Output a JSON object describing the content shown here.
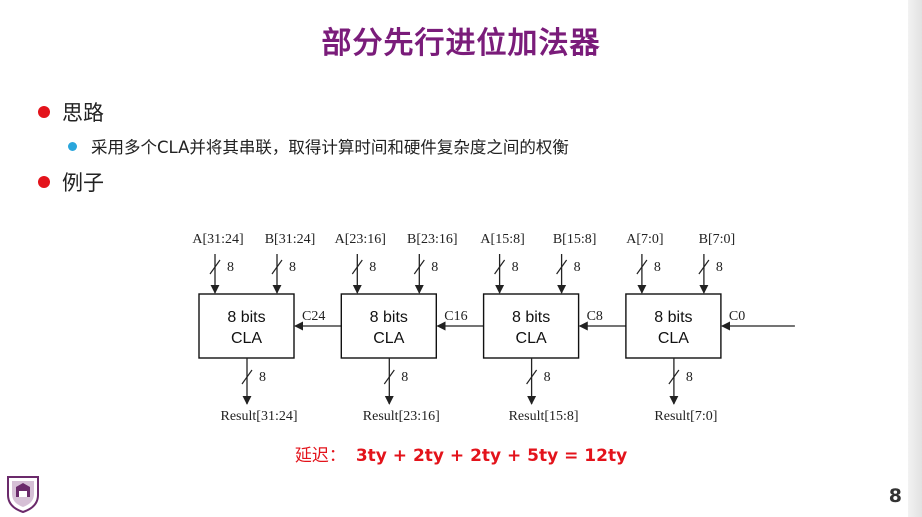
{
  "slide": {
    "title": "部分先行进位加法器",
    "bullets": [
      {
        "text": "思路",
        "level": 1
      },
      {
        "text": "采用多个CLA并将其串联，取得计算时间和硬件复杂度之间的权衡",
        "level": 2
      },
      {
        "text": "例子",
        "level": 1
      }
    ],
    "page_number": "8",
    "delay_label": "延迟：",
    "delay_formula": "3ty + 2ty + 2ty + 5ty = 12ty"
  },
  "diagram": {
    "blocks": [
      {
        "line1": "8 bits",
        "line2": "CLA",
        "a_input": "A[31:24]",
        "b_input": "B[31:24]",
        "result": "Result[31:24]",
        "carry_in": "C24"
      },
      {
        "line1": "8 bits",
        "line2": "CLA",
        "a_input": "A[23:16]",
        "b_input": "B[23:16]",
        "result": "Result[23:16]",
        "carry_in": "C16"
      },
      {
        "line1": "8 bits",
        "line2": "CLA",
        "a_input": "A[15:8]",
        "b_input": "B[15:8]",
        "result": "Result[15:8]",
        "carry_in": "C8"
      },
      {
        "line1": "8 bits",
        "line2": "CLA",
        "a_input": "A[7:0]",
        "b_input": "B[7:0]",
        "result": "Result[7:0]",
        "carry_in": "C0"
      }
    ],
    "bus_width": "8"
  },
  "colors": {
    "title": "#7a1c7a",
    "bullet_red": "#e3131b",
    "bullet_blue": "#2aa6dc",
    "delay": "#e3131b"
  }
}
